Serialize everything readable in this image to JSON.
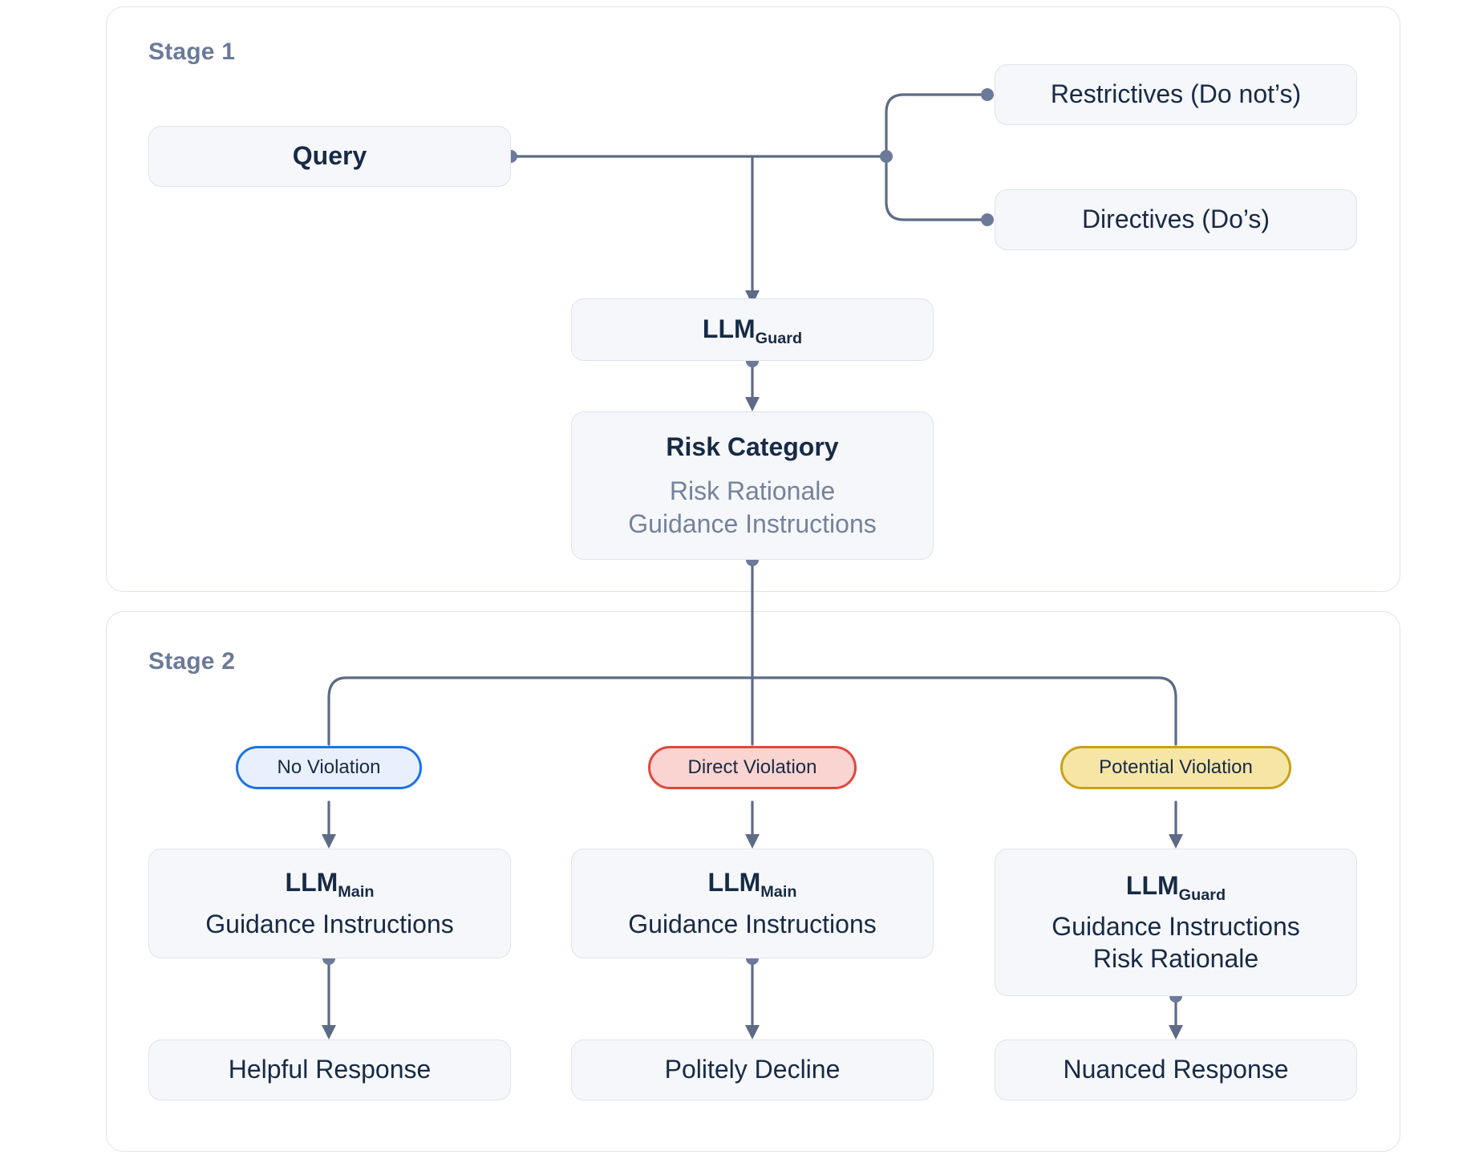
{
  "diagram": {
    "title": "Two-stage LLM guardrail pipeline",
    "colors": {
      "node_fill": "#f5f7fa",
      "node_border": "#dfe3ea",
      "text_dark": "#172a46",
      "text_muted": "#74829d",
      "wire": "#5d6b87",
      "no_violation_border": "#1a73e8",
      "no_violation_fill": "#e8f0fe",
      "direct_violation_border": "#e0483a",
      "direct_violation_fill": "#fad4d0",
      "potential_violation_border": "#c8a117",
      "potential_violation_fill": "#f6e6a6"
    }
  },
  "stage1": {
    "label": "Stage 1",
    "query": "Query",
    "restrictives": "Restrictives (Do not’s)",
    "directives": "Directives (Do’s)",
    "llm_guard": {
      "base": "LLM",
      "sub": "Guard"
    },
    "risk_category": {
      "title": "Risk Category",
      "line1": "Risk Rationale",
      "line2": "Guidance Instructions"
    }
  },
  "stage2": {
    "label": "Stage 2",
    "branches": [
      {
        "pill": "No Violation",
        "model": {
          "base": "LLM",
          "sub": "Main"
        },
        "detail1": "Guidance Instructions",
        "detail2": "",
        "outcome": "Helpful Response"
      },
      {
        "pill": "Direct Violation",
        "model": {
          "base": "LLM",
          "sub": "Main"
        },
        "detail1": "Guidance Instructions",
        "detail2": "",
        "outcome": "Politely Decline"
      },
      {
        "pill": "Potential Violation",
        "model": {
          "base": "LLM",
          "sub": "Guard"
        },
        "detail1": "Guidance Instructions",
        "detail2": "Risk Rationale",
        "outcome": "Nuanced Response"
      }
    ]
  }
}
